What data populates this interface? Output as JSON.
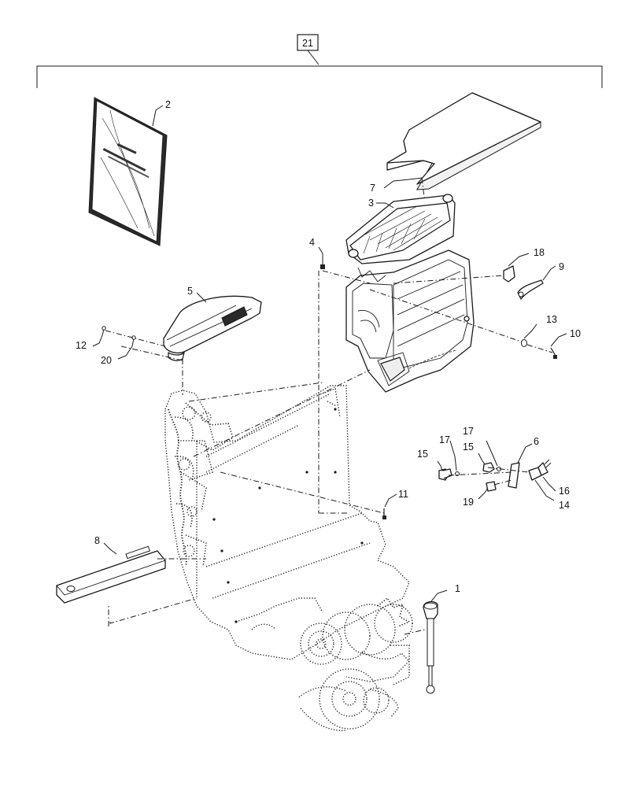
{
  "assembly": {
    "number": "21"
  },
  "callouts": [
    {
      "id": "1",
      "label": "1"
    },
    {
      "id": "2",
      "label": "2"
    },
    {
      "id": "3",
      "label": "3"
    },
    {
      "id": "4",
      "label": "4"
    },
    {
      "id": "5",
      "label": "5"
    },
    {
      "id": "6",
      "label": "6"
    },
    {
      "id": "7",
      "label": "7"
    },
    {
      "id": "8",
      "label": "8"
    },
    {
      "id": "9",
      "label": "9"
    },
    {
      "id": "10",
      "label": "10"
    },
    {
      "id": "11",
      "label": "11"
    },
    {
      "id": "12",
      "label": "12"
    },
    {
      "id": "13",
      "label": "13"
    },
    {
      "id": "14",
      "label": "14"
    },
    {
      "id": "15a",
      "label": "15"
    },
    {
      "id": "15b",
      "label": "15"
    },
    {
      "id": "16",
      "label": "16"
    },
    {
      "id": "17a",
      "label": "17"
    },
    {
      "id": "17b",
      "label": "17"
    },
    {
      "id": "18",
      "label": "18"
    },
    {
      "id": "19",
      "label": "19"
    },
    {
      "id": "20",
      "label": "20"
    }
  ]
}
